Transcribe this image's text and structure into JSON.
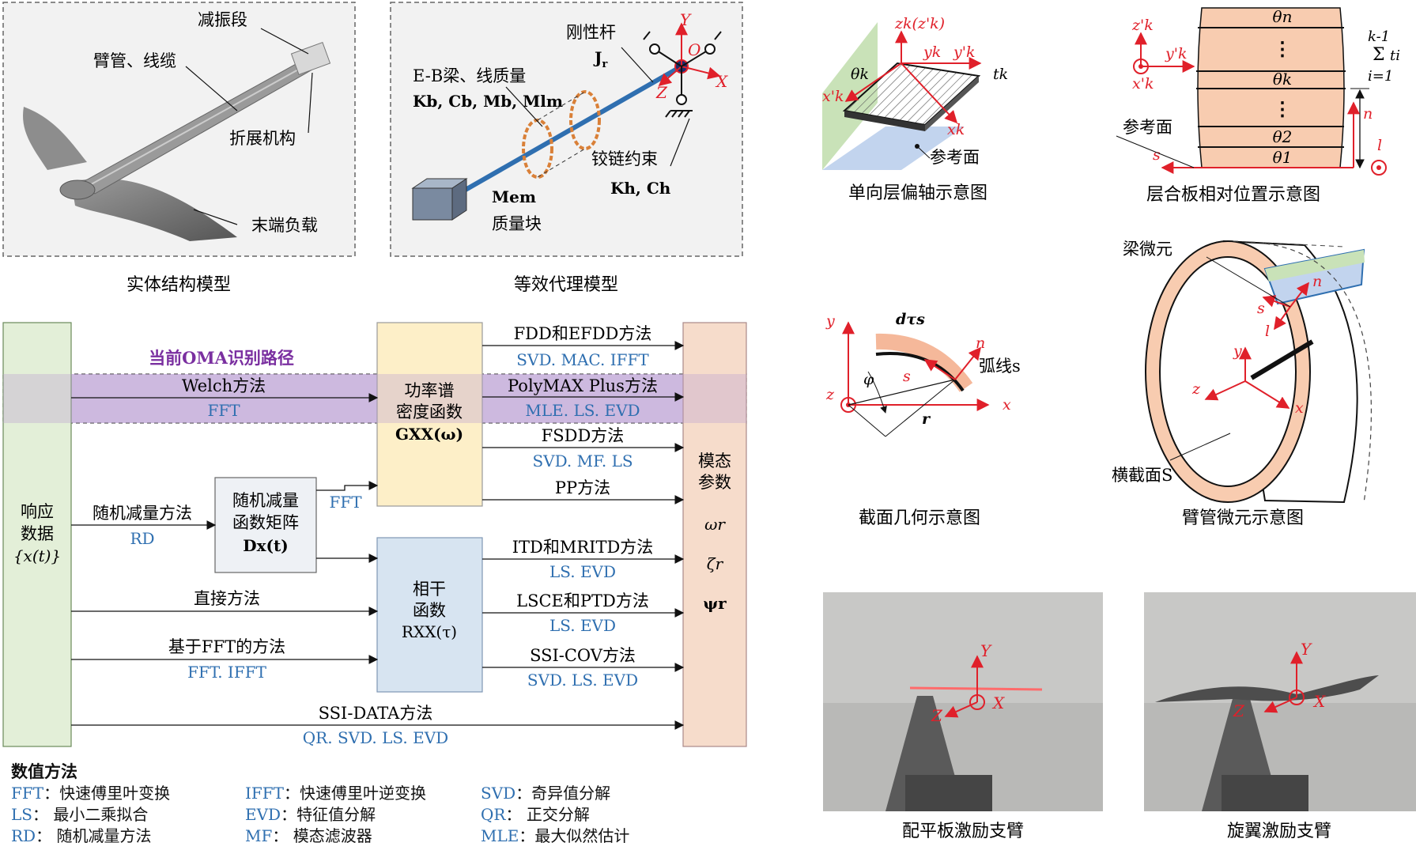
{
  "captions": {
    "solid_model": "实体结构模型",
    "proxy_model": "等效代理模型",
    "lamina": "单向层偏轴示意图",
    "laminate": "层合板相对位置示意图",
    "section": "截面几何示意图",
    "tube": "臂管微元示意图",
    "photo_plate": "配平板激励支臂",
    "photo_rotor": "旋翼激励支臂"
  },
  "solid_model": {
    "damping": "减振段",
    "tube_cable": "臂管、线缆",
    "fold": "折展机构",
    "payload": "末端负载"
  },
  "proxy_model": {
    "rigid_rod": "刚性杆",
    "rigid_rod_sym": "J",
    "rigid_rod_sub": "r",
    "beam": "E-B梁、线质量",
    "beam_params": "Kb, Cb, Mb, Mlm",
    "hinge": "铰链约束",
    "hinge_params": "Kh, Ch",
    "mass_sym": "Mem",
    "mass": "质量块",
    "axis_y": "Y",
    "axis_x": "X",
    "axis_z": "Z",
    "axis_o": "O"
  },
  "lamina": {
    "zk": "zk(z'k)",
    "yk": "yk",
    "yk2": "y'k",
    "tk": "tk",
    "theta": "θk",
    "xk2": "x'k",
    "xk": "xk",
    "ref": "参考面"
  },
  "laminate": {
    "zk": "z'k",
    "yk": "y'k",
    "xk": "x'k",
    "layers": [
      "θn",
      "⋮",
      "θk",
      "⋮",
      "θ2",
      "θ1"
    ],
    "sum_top": "k-1",
    "sum_sym": "Σ",
    "sum_var": "ti",
    "sum_bot": "i=1",
    "ref": "参考面",
    "n": "n",
    "s": "s",
    "l": "l"
  },
  "section": {
    "y": "y",
    "z": "z",
    "x": "x",
    "dtau": "dτs",
    "n": "n",
    "phi": "φ",
    "s": "s",
    "arc": "弧线s",
    "r": "r"
  },
  "tube": {
    "beam_el": "梁微元",
    "s": "s",
    "n": "n",
    "l": "l",
    "y": "y",
    "z": "z",
    "x": "x",
    "cross": "横截面S"
  },
  "photo_axes": {
    "y": "Y",
    "x": "X",
    "z": "Z"
  },
  "flow": {
    "response": [
      "响应",
      "数据",
      "{x(t)}"
    ],
    "modal": [
      "模态",
      "参数",
      "ωr",
      "ζr",
      "ψr"
    ],
    "psd_box": [
      "功率谱",
      "密度函数",
      "GXX(ω)"
    ],
    "rd_box": [
      "随机减量",
      "函数矩阵",
      "Dx(t)"
    ],
    "corr_box": [
      "相干",
      "函数",
      "RXX(τ)"
    ],
    "oma_path": "当前OMA识别路径",
    "welch": "Welch方法",
    "welch_sub": "FFT",
    "rd_method": "随机减量方法",
    "rd_sub": "RD",
    "fft_arrow": "FFT",
    "direct": "直接方法",
    "fft_based": "基于FFT的方法",
    "fft_based_sub": "FFT. IFFT",
    "ssi_data": "SSI-DATA方法",
    "ssi_data_sub": "QR. SVD. LS. EVD",
    "fdd": "FDD和EFDD方法",
    "fdd_sub": "SVD. MAC. IFFT",
    "polymax": "PolyMAX Plus方法",
    "polymax_sub": "MLE. LS. EVD",
    "fsdd": "FSDD方法",
    "fsdd_sub": "SVD. MF. LS",
    "pp": "PP方法",
    "itd": "ITD和MRITD方法",
    "itd_sub": "LS. EVD",
    "lsce": "LSCE和PTD方法",
    "lsce_sub": "LS. EVD",
    "ssicov": "SSI-COV方法",
    "ssicov_sub": "SVD. LS. EVD"
  },
  "legend": {
    "title": "数值方法",
    "items": [
      {
        "k": "FFT",
        "v": "：快速傅里叶变换"
      },
      {
        "k": "IFFT",
        "v": "：快速傅里叶逆变换"
      },
      {
        "k": "SVD",
        "v": "：奇异值分解"
      },
      {
        "k": "LS",
        "v": "：   最小二乘拟合"
      },
      {
        "k": "EVD",
        "v": "：特征值分解"
      },
      {
        "k": "QR",
        "v": "：    正交分解"
      },
      {
        "k": "RD",
        "v": "：   随机减量方法"
      },
      {
        "k": "MF",
        "v": "：   模态滤波器"
      },
      {
        "k": "MLE",
        "v": "：最大似然估计"
      }
    ]
  },
  "colors": {
    "accent_blue": "#2f6fb0",
    "axis_red": "#e0202a",
    "oma_band": "#d8c6e6",
    "oma_text": "#7a2fa0",
    "response_fill": "#e3efd8",
    "psd_fill": "#fdefc8",
    "corr_fill": "#d7e4f1",
    "modal_fill": "#f6dccb",
    "laminate_fill": "#f8ccb0"
  }
}
